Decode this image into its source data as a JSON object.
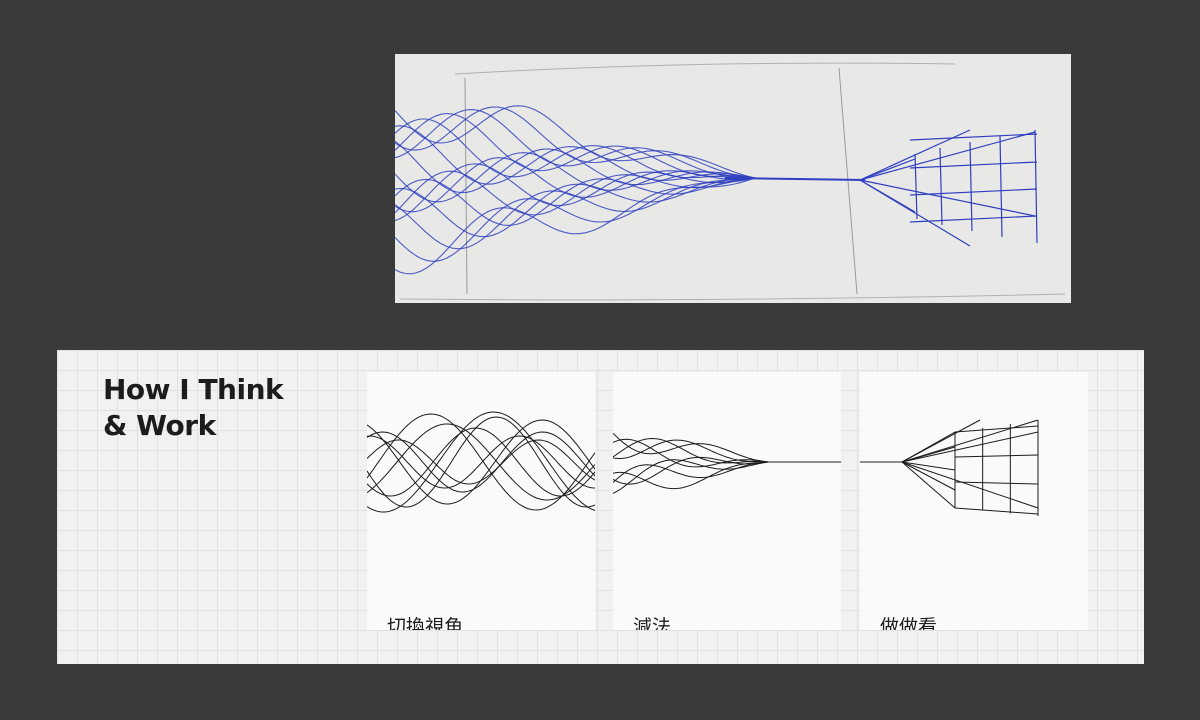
{
  "sketch": {
    "icon": "hand-drawn-concept-sketch"
  },
  "section": {
    "title_line1": "How I Think",
    "title_line2": "& Work"
  },
  "cards": [
    {
      "label": "切換視角",
      "icon": "tangled-waves-illustration"
    },
    {
      "label": "減法",
      "icon": "converging-lines-illustration"
    },
    {
      "label": "做做看",
      "icon": "wireframe-box-illustration"
    }
  ],
  "colors": {
    "background": "#3a3a3a",
    "sketch_paper": "#e8e8e6",
    "pen_ink": "#2f3fc0",
    "panel": "#f1f1f1",
    "card": "#fafafa",
    "line": "#1c1c1c"
  }
}
